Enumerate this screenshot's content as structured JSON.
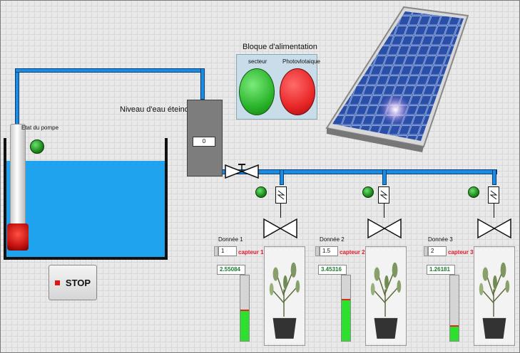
{
  "pump": {
    "label": "Etat du pompe"
  },
  "water_level": {
    "label": "Niveau d'eau éteindre",
    "value": "0"
  },
  "power_block": {
    "title": "Bloque d'alimentation",
    "sector_label": "secteur",
    "pv_label": "Photovlotaique"
  },
  "stop_button": {
    "label": "STOP"
  },
  "zones": [
    {
      "data_label": "Donnée 1",
      "control_value": "1",
      "sensor_label": "capteur 1",
      "reading": "2.55084",
      "level": 0.48
    },
    {
      "data_label": "Donnée 2",
      "control_value": "1.5",
      "sensor_label": "capteur 2",
      "reading": "3.45316",
      "level": 0.64
    },
    {
      "data_label": "Donnée 3",
      "control_value": "2",
      "sensor_label": "capteur 3",
      "reading": "1.26181",
      "level": 0.24
    }
  ],
  "colors": {
    "pipe": "#1d8be0",
    "water": "#1fa3ee",
    "led_on": "#2db52d",
    "led_off": "#e0281e",
    "gauge_fill": "#2ee02e"
  }
}
